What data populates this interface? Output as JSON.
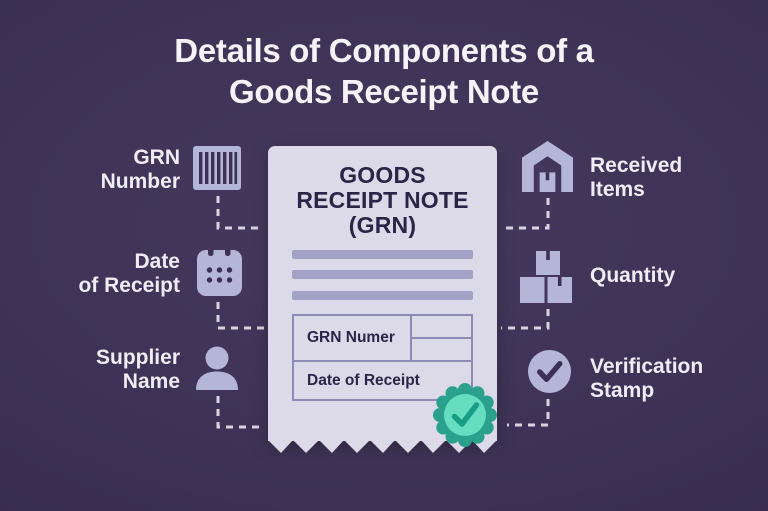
{
  "title": {
    "line1": "Details of Components of a",
    "line2": "Goods Receipt Note"
  },
  "receipt": {
    "heading_line1": "GOODS",
    "heading_line2": "RECEIPT NOTE",
    "heading_line3": "(GRN)",
    "fields": [
      {
        "label": "GRN Numer"
      },
      {
        "label": "Date of Receipt"
      }
    ],
    "placeholder_bar_count": 3,
    "verified_badge_icon": "teal-checkmark-seal"
  },
  "components": {
    "left": [
      {
        "label_line1": "GRN",
        "label_line2": "Number",
        "icon": "barcode-icon"
      },
      {
        "label_line1": "Date",
        "label_line2": "of Receipt",
        "icon": "calendar-icon"
      },
      {
        "label_line1": "Supplier",
        "label_line2": "Name",
        "icon": "person-icon"
      }
    ],
    "right": [
      {
        "label_line1": "Received",
        "label_line2": "Items",
        "icon": "warehouse-icon"
      },
      {
        "label_line1": "Quantity",
        "label_line2": "",
        "icon": "boxes-icon"
      },
      {
        "label_line1": "Verification",
        "label_line2": "Stamp",
        "icon": "check-circle-icon"
      }
    ]
  },
  "colors": {
    "background": "#3c3154",
    "receipt_paper": "#dcdae9",
    "receipt_text": "#2a2547",
    "placeholder_bar": "#a4a1c7",
    "table_border": "#8d8ab3",
    "icon_light": "#b5b5d7",
    "icon_dark": "#3c3154",
    "label_text": "#efecf5",
    "dashed_connector": "#d8d4e3",
    "seal_outer": "#2aa18d",
    "seal_inner": "#66dcc0",
    "seal_check": "#189e84"
  }
}
